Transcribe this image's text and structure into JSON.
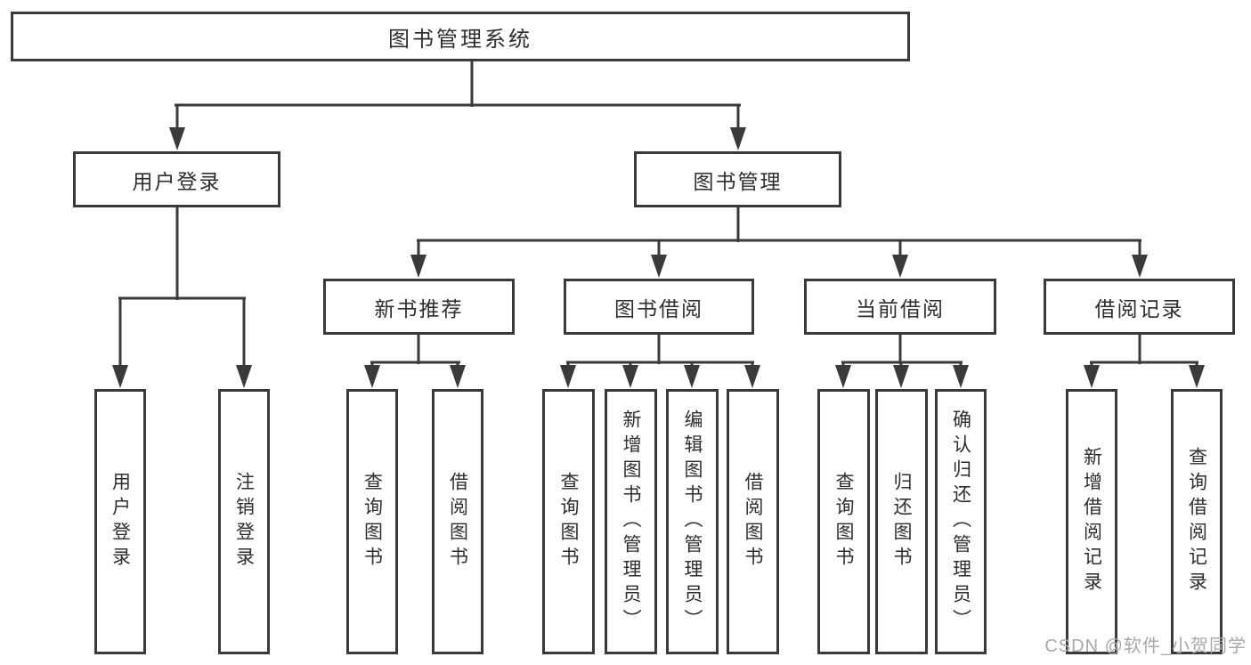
{
  "tree": {
    "root": {
      "label": "图书管理系统"
    },
    "branches": [
      {
        "label": "用户登录",
        "children": [
          {
            "label": "用户登录"
          },
          {
            "label": "注销登录"
          }
        ]
      },
      {
        "label": "图书管理",
        "sections": [
          {
            "label": "新书推荐",
            "children": [
              {
                "label": "查询图书"
              },
              {
                "label": "借阅图书"
              }
            ]
          },
          {
            "label": "图书借阅",
            "children": [
              {
                "label": "查询图书"
              },
              {
                "label": "新增图书（管理员）"
              },
              {
                "label": "编辑图书（管理员）"
              },
              {
                "label": "借阅图书"
              }
            ]
          },
          {
            "label": "当前借阅",
            "children": [
              {
                "label": "查询图书"
              },
              {
                "label": "归还图书"
              },
              {
                "label": "确认归还（管理员）"
              }
            ]
          },
          {
            "label": "借阅记录",
            "children": [
              {
                "label": "新增借阅记录"
              },
              {
                "label": "查询借阅记录"
              }
            ]
          }
        ]
      }
    ]
  },
  "colors": {
    "line": "#3a3a3a",
    "text": "#2e2e2e",
    "watermark": "#a9a9a9"
  },
  "watermark": "CSDN @软件_小贺同学"
}
